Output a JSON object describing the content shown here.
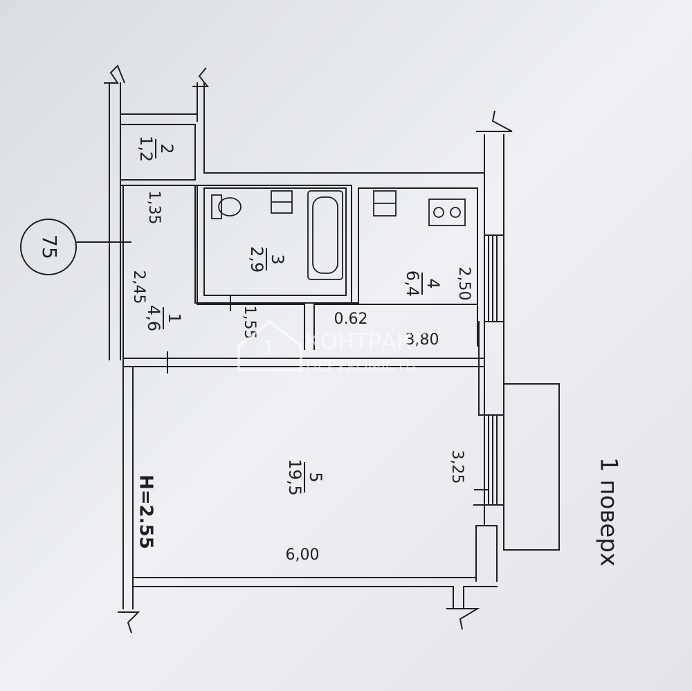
{
  "apartment_number": "75",
  "floor_label": "1 поверх",
  "ceiling_height": "H=2.55",
  "rooms": [
    {
      "number": "1",
      "area": "4,6"
    },
    {
      "number": "2",
      "area": "1,2"
    },
    {
      "number": "3",
      "area": "2,9"
    },
    {
      "number": "4",
      "area": "6,4"
    },
    {
      "number": "5",
      "area": "19,5"
    }
  ],
  "dimensions": {
    "d_1_35": "1,35",
    "d_2_45": "2,45",
    "d_1_55": "1,55",
    "d_0_62": "0.62",
    "d_3_80": "3,80",
    "d_2_50": "2,50",
    "d_3_25": "3,25",
    "d_6_00": "6,00"
  },
  "watermark": {
    "brand_line1": "КОНТРАКТ",
    "brand_line2": "НЕРУХОМІСТЬ",
    "logo_digit": "1"
  },
  "colors": {
    "paper": "#e6e8ec",
    "ink": "#1d1f24",
    "watermark": "#ffffff"
  },
  "icons": [
    "toilet-icon",
    "sink-icon",
    "bathtub-icon",
    "kitchen-sink-icon",
    "stove-icon",
    "wall-break-icon"
  ]
}
